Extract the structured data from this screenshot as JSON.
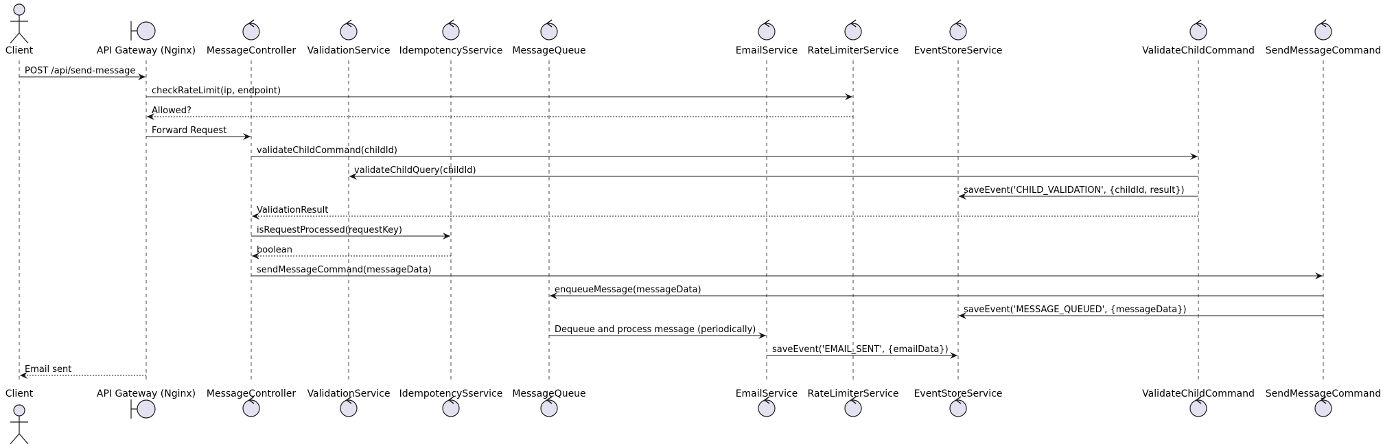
{
  "diagram": {
    "type": "sequence",
    "colors": {
      "fill": "#E2E2F0",
      "stroke": "#181818",
      "lifeline": "#181818"
    },
    "participants": [
      {
        "id": "client",
        "label": "Client",
        "kind": "actor"
      },
      {
        "id": "gateway",
        "label": "API Gateway (Nginx)",
        "kind": "boundary"
      },
      {
        "id": "msgctrl",
        "label": "MessageController",
        "kind": "control"
      },
      {
        "id": "valsvc",
        "label": "ValidationService",
        "kind": "control"
      },
      {
        "id": "idemsvc",
        "label": "IdempotencySservice",
        "kind": "control"
      },
      {
        "id": "queue",
        "label": "MessageQueue",
        "kind": "control"
      },
      {
        "id": "email",
        "label": "EmailService",
        "kind": "control"
      },
      {
        "id": "rate",
        "label": "RateLimiterService",
        "kind": "control"
      },
      {
        "id": "eventstore",
        "label": "EventStoreService",
        "kind": "control"
      },
      {
        "id": "validatecmd",
        "label": "ValidateChildCommand",
        "kind": "control"
      },
      {
        "id": "sendcmd",
        "label": "SendMessageCommand",
        "kind": "control"
      }
    ],
    "messages": [
      {
        "from": "client",
        "to": "gateway",
        "label": "POST /api/send-message",
        "dashed": false
      },
      {
        "from": "gateway",
        "to": "rate",
        "label": "checkRateLimit(ip, endpoint)",
        "dashed": false
      },
      {
        "from": "rate",
        "to": "gateway",
        "label": "Allowed?",
        "dashed": true
      },
      {
        "from": "gateway",
        "to": "msgctrl",
        "label": "Forward Request",
        "dashed": false
      },
      {
        "from": "msgctrl",
        "to": "validatecmd",
        "label": "validateChildCommand(childId)",
        "dashed": false
      },
      {
        "from": "validatecmd",
        "to": "valsvc",
        "label": "validateChildQuery(childId)",
        "dashed": false
      },
      {
        "from": "validatecmd",
        "to": "eventstore",
        "label": "saveEvent('CHILD_VALIDATION', {childId, result})",
        "dashed": false
      },
      {
        "from": "validatecmd",
        "to": "msgctrl",
        "label": "ValidationResult",
        "dashed": true
      },
      {
        "from": "msgctrl",
        "to": "idemsvc",
        "label": "isRequestProcessed(requestKey)",
        "dashed": false
      },
      {
        "from": "idemsvc",
        "to": "msgctrl",
        "label": "boolean",
        "dashed": true
      },
      {
        "from": "msgctrl",
        "to": "sendcmd",
        "label": "sendMessageCommand(messageData)",
        "dashed": false
      },
      {
        "from": "sendcmd",
        "to": "queue",
        "label": "enqueueMessage(messageData)",
        "dashed": false
      },
      {
        "from": "sendcmd",
        "to": "eventstore",
        "label": "saveEvent('MESSAGE_QUEUED', {messageData})",
        "dashed": false
      },
      {
        "from": "queue",
        "to": "email",
        "label": "Dequeue and process message (periodically)",
        "dashed": false
      },
      {
        "from": "email",
        "to": "eventstore",
        "label": "saveEvent('EMAIL_SENT', {emailData})",
        "dashed": false
      },
      {
        "from": "gateway",
        "to": "client",
        "label": "Email sent",
        "dashed": true
      }
    ]
  }
}
